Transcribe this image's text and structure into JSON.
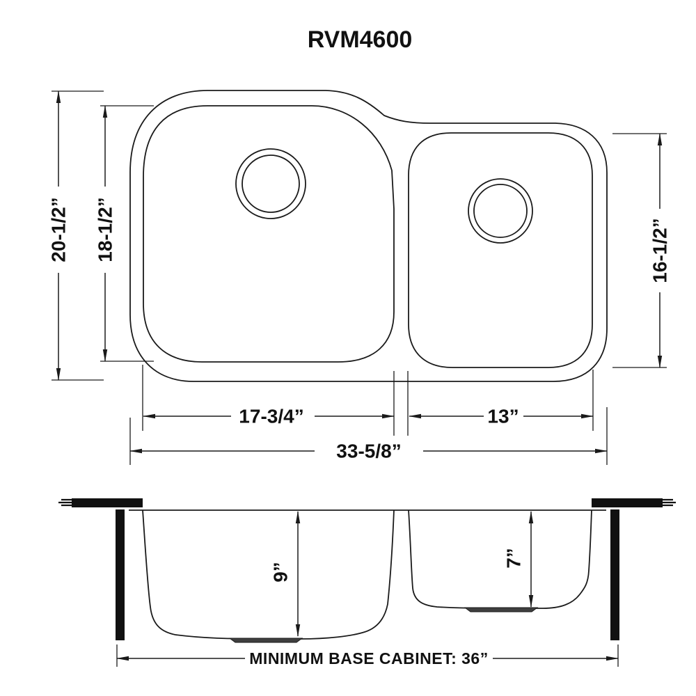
{
  "title": "RVM4600",
  "colors": {
    "line": "#1a1a1a",
    "background": "#ffffff",
    "drain_fill": "#3f3f3f"
  },
  "top_view": {
    "overall_height": "20-1/2”",
    "large_bowl_height": "18-1/2”",
    "small_bowl_height": "16-1/2”",
    "large_bowl_width": "17-3/4”",
    "small_bowl_width": "13”",
    "overall_width": "33-5/8”"
  },
  "section_view": {
    "large_bowl_depth": "9”",
    "small_bowl_depth": "7”",
    "base_cabinet": "MINIMUM BASE CABINET: 36”"
  }
}
